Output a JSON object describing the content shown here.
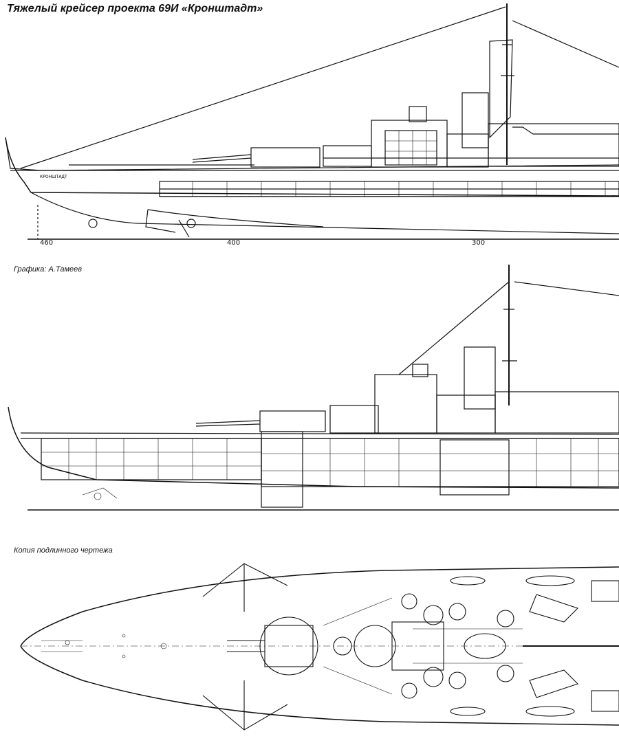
{
  "title": "Тяжелый крейсер проекта 69И «Кронштадт»",
  "credit": "Графика: А.Тамеев",
  "copy_note": "Копия подлинного чертежа",
  "hull_name": "КРОНШТАДТ",
  "scale": [
    "460",
    "400",
    "300"
  ]
}
